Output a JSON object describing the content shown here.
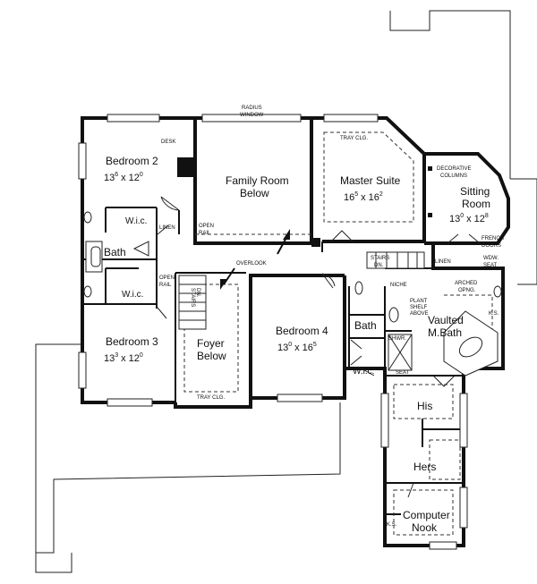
{
  "rooms": {
    "bedroom2": {
      "name": "Bedroom 2",
      "w_ft": "13",
      "w_in": "6",
      "x": "x",
      "l_ft": "12",
      "l_in": "0"
    },
    "family": {
      "line1": "Family Room",
      "line2": "Below"
    },
    "master": {
      "name": "Master Suite",
      "w_ft": "16",
      "w_in": "5",
      "x": "x",
      "l_ft": "16",
      "l_in": "2"
    },
    "sitting": {
      "line1": "Sitting",
      "line2": "Room",
      "w_ft": "13",
      "w_in": "0",
      "x": "x",
      "l_ft": "12",
      "l_in": "8"
    },
    "bedroom3": {
      "name": "Bedroom 3",
      "w_ft": "13",
      "w_in": "3",
      "x": "x",
      "l_ft": "12",
      "l_in": "0"
    },
    "foyer": {
      "line1": "Foyer",
      "line2": "Below"
    },
    "bedroom4": {
      "name": "Bedroom 4",
      "w_ft": "13",
      "w_in": "0",
      "x": "x",
      "l_ft": "16",
      "l_in": "5"
    },
    "mbath": {
      "line1": "Vaulted",
      "line2": "M.Bath"
    },
    "bath_master": "Bath",
    "bath_shared": "Bath",
    "wic_b2": "W.i.c.",
    "wic_b3": "W.i.c.",
    "wic_b4": "W.i.c.",
    "his": "His",
    "hers": "Hers",
    "nook": {
      "line1": "Computer",
      "line2": "Nook"
    }
  },
  "notes": {
    "radius1": "RADIUS",
    "radius2": "WINDOW",
    "desk": "DESK",
    "linen_b2": "LINEN",
    "open_rail_family1": "OPEN",
    "open_rail_family2": "RAIL",
    "open_rail_hall1": "OPEN",
    "open_rail_hall2": "RAIL",
    "overlook": "OVERLOOK",
    "stairs_up": "STAIRS",
    "stairs_up2": "DN.",
    "stairs_dn1": "STAIRS",
    "stairs_dn2": "DN.",
    "tray_master": "TRAY CLG.",
    "tray_foyer": "TRAY CLG.",
    "dec_cols1": "DECORATIVE",
    "dec_cols2": "COLUMNS",
    "french1": "FRENCH",
    "french2": "DOORS",
    "wdw_seat1": "WDW.",
    "wdw_seat2": "SEAT",
    "linen_master": "LINEN",
    "arched1": "ARCHED",
    "arched2": "OPNG.",
    "niche": "NICHE",
    "plant1": "PLANT",
    "plant2": "SHELF",
    "plant3": "ABOVE",
    "ks_bath": "K.S.",
    "shwr": "SHWR.",
    "seat": "SEAT",
    "ks_nook": "K.S."
  }
}
